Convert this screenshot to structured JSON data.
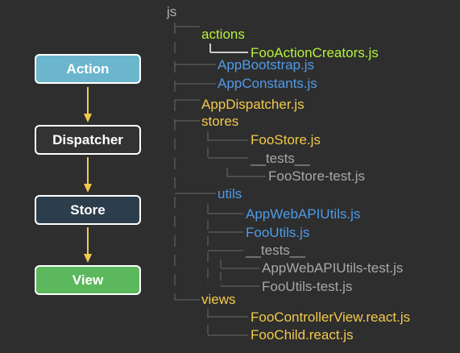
{
  "colors": {
    "background": "#2e2e2e",
    "tree_lines": "#6a6a6a",
    "arrow": "#f2c94c",
    "folder_root": "#b0b0b0",
    "folder": "#f2c94c",
    "file_js": "#f2c94c",
    "file_green": "#b5f23c",
    "file_blue": "#4f9be8",
    "file_test": "#a8a8a8"
  },
  "flow": {
    "boxes": [
      {
        "id": "action",
        "label": "Action",
        "fill": "#6bb6cc"
      },
      {
        "id": "dispatcher",
        "label": "Dispatcher",
        "fill": "#333333"
      },
      {
        "id": "store",
        "label": "Store",
        "fill": "#2c3e4c"
      },
      {
        "id": "view",
        "label": "View",
        "fill": "#5cb85c"
      }
    ]
  },
  "tree": {
    "root": "js",
    "nodes": [
      {
        "id": "actions",
        "label": "actions",
        "kind": "folder_green"
      },
      {
        "id": "foo-action-creators",
        "label": "FooActionCreators.js",
        "kind": "file_green"
      },
      {
        "id": "app-bootstrap",
        "label": "AppBootstrap.js",
        "kind": "file_blue"
      },
      {
        "id": "app-constants",
        "label": "AppConstants.js",
        "kind": "file_blue"
      },
      {
        "id": "app-dispatcher",
        "label": "AppDispatcher.js",
        "kind": "file_js"
      },
      {
        "id": "stores",
        "label": "stores",
        "kind": "folder"
      },
      {
        "id": "foo-store",
        "label": "FooStore.js",
        "kind": "file_js"
      },
      {
        "id": "stores-tests",
        "label": "__tests__",
        "kind": "test"
      },
      {
        "id": "foo-store-test",
        "label": "FooStore-test.js",
        "kind": "test"
      },
      {
        "id": "utils",
        "label": "utils",
        "kind": "file_blue"
      },
      {
        "id": "app-web-api-utils",
        "label": "AppWebAPIUtils.js",
        "kind": "file_blue"
      },
      {
        "id": "foo-utils",
        "label": "FooUtils.js",
        "kind": "file_blue"
      },
      {
        "id": "utils-tests",
        "label": "__tests__",
        "kind": "test"
      },
      {
        "id": "app-web-api-utils-test",
        "label": "AppWebAPIUtils-test.js",
        "kind": "test"
      },
      {
        "id": "foo-utils-test",
        "label": "FooUtils-test.js",
        "kind": "test"
      },
      {
        "id": "views",
        "label": "views",
        "kind": "folder"
      },
      {
        "id": "foo-controller-view",
        "label": "FooControllerView.react.js",
        "kind": "file_js"
      },
      {
        "id": "foo-child",
        "label": "FooChild.react.js",
        "kind": "file_js"
      }
    ]
  }
}
